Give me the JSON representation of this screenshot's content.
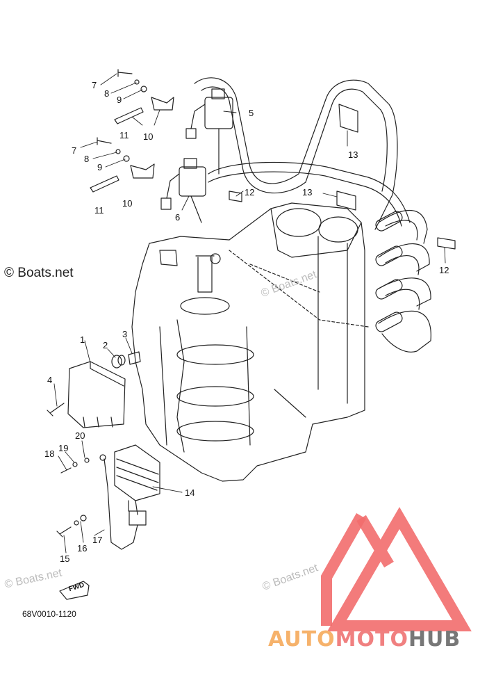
{
  "diagram": {
    "part_code": "68V0010-1120",
    "fwd_label": "FWD",
    "callouts": [
      {
        "id": "c7a",
        "text": "7"
      },
      {
        "id": "c8a",
        "text": "8"
      },
      {
        "id": "c9a",
        "text": "9"
      },
      {
        "id": "c11a",
        "text": "11"
      },
      {
        "id": "c10a",
        "text": "10"
      },
      {
        "id": "c5",
        "text": "5"
      },
      {
        "id": "c13a",
        "text": "13"
      },
      {
        "id": "c7b",
        "text": "7"
      },
      {
        "id": "c8b",
        "text": "8"
      },
      {
        "id": "c9b",
        "text": "9"
      },
      {
        "id": "c11b",
        "text": "11"
      },
      {
        "id": "c10b",
        "text": "10"
      },
      {
        "id": "c6",
        "text": "6"
      },
      {
        "id": "c12a",
        "text": "12"
      },
      {
        "id": "c13b",
        "text": "13"
      },
      {
        "id": "c12b",
        "text": "12"
      },
      {
        "id": "c1",
        "text": "1"
      },
      {
        "id": "c2",
        "text": "2"
      },
      {
        "id": "c3",
        "text": "3"
      },
      {
        "id": "c4",
        "text": "4"
      },
      {
        "id": "c20",
        "text": "20"
      },
      {
        "id": "c19",
        "text": "19"
      },
      {
        "id": "c18",
        "text": "18"
      },
      {
        "id": "c14",
        "text": "14"
      },
      {
        "id": "c17",
        "text": "17"
      },
      {
        "id": "c16",
        "text": "16"
      },
      {
        "id": "c15",
        "text": "15"
      }
    ]
  },
  "watermarks": {
    "main": "© Boats.net",
    "faint_1": "© Boats.net",
    "faint_2": "© Boats.net",
    "faint_3": "© Boats.net"
  },
  "brand": {
    "part1": "AUTO",
    "part2": "MOTO",
    "part3": "HUB",
    "colors": {
      "auto": "#f6b26b",
      "moto": "#f08080",
      "hub": "#777777",
      "logo": "#f26d6d"
    }
  }
}
